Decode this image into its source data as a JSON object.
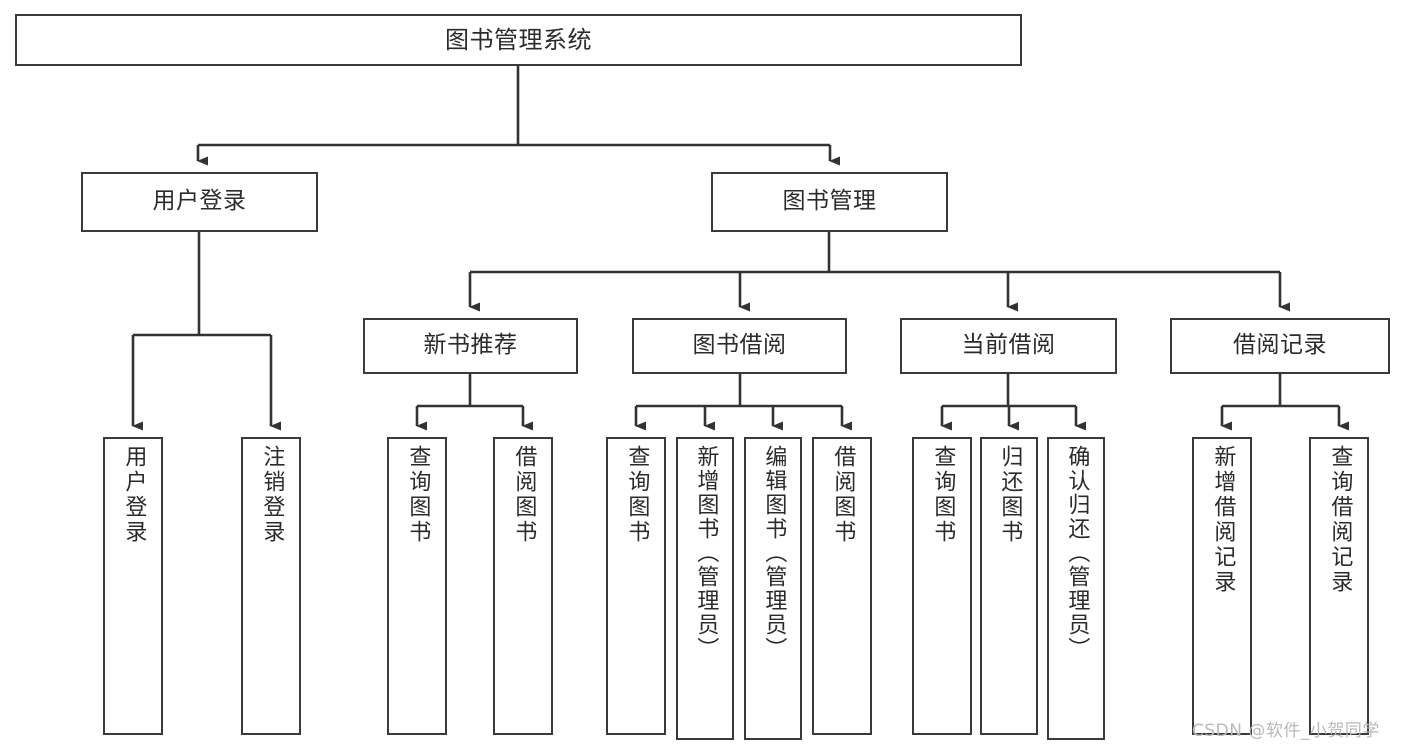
{
  "diagram": {
    "title": "图书管理系统",
    "type": "tree-hierarchy",
    "colors": {
      "box_border": "#3a3a3a",
      "box_fill": "#ffffff",
      "edge": "#333333",
      "text": "#2b2b2b",
      "watermark": "#b9b9b9"
    },
    "watermark": "CSDN @软件_小贺同学",
    "levels": {
      "level1": [
        {
          "id": "root",
          "label": "图书管理系统"
        }
      ],
      "level2": [
        {
          "id": "user-login",
          "label": "用户登录"
        },
        {
          "id": "book-manage",
          "label": "图书管理"
        }
      ],
      "level3": [
        {
          "id": "new-book-rec",
          "label": "新书推荐"
        },
        {
          "id": "book-borrow",
          "label": "图书借阅"
        },
        {
          "id": "current-borrow",
          "label": "当前借阅"
        },
        {
          "id": "borrow-record",
          "label": "借阅记录"
        }
      ],
      "level4": [
        {
          "id": "leaf-user-login",
          "label": "用户登录",
          "parent": "user-login"
        },
        {
          "id": "leaf-logout",
          "label": "注销登录",
          "parent": "user-login"
        },
        {
          "id": "leaf-query-book-1",
          "label": "查询图书",
          "parent": "new-book-rec"
        },
        {
          "id": "leaf-borrow-book-1",
          "label": "借阅图书",
          "parent": "new-book-rec"
        },
        {
          "id": "leaf-query-book-2",
          "label": "查询图书",
          "parent": "book-borrow"
        },
        {
          "id": "leaf-add-book",
          "label": "新增图书（管理员）",
          "parent": "book-borrow"
        },
        {
          "id": "leaf-edit-book",
          "label": "编辑图书（管理员）",
          "parent": "book-borrow"
        },
        {
          "id": "leaf-borrow-book-2",
          "label": "借阅图书",
          "parent": "book-borrow"
        },
        {
          "id": "leaf-query-book-3",
          "label": "查询图书",
          "parent": "current-borrow"
        },
        {
          "id": "leaf-return-book",
          "label": "归还图书",
          "parent": "current-borrow"
        },
        {
          "id": "leaf-confirm-return",
          "label": "确认归还（管理员）",
          "parent": "current-borrow"
        },
        {
          "id": "leaf-add-record",
          "label": "新增借阅记录",
          "parent": "borrow-record"
        },
        {
          "id": "leaf-query-record",
          "label": "查询借阅记录",
          "parent": "borrow-record"
        }
      ]
    }
  }
}
